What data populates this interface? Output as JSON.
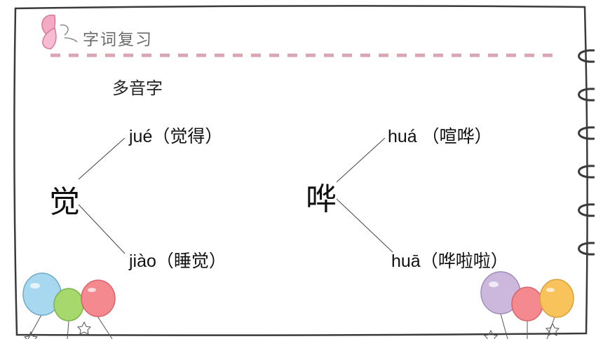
{
  "section_title": "字词复习",
  "subtitle": "多音字",
  "groups": [
    {
      "char": "觉",
      "readings": [
        {
          "pinyin": "jué",
          "word": "（觉得）"
        },
        {
          "pinyin": "jiào",
          "word": "（睡觉）"
        }
      ]
    },
    {
      "char": "哗",
      "readings": [
        {
          "pinyin": "huá",
          "word": " （喧哗）"
        },
        {
          "pinyin": "huā",
          "word": "（哗啦啦）"
        }
      ]
    }
  ],
  "colors": {
    "frame": "#3a3a3a",
    "dash": "#d9a6b4",
    "butterfly": "#f4a9c4",
    "balloon_blue": "#a8d8f0",
    "balloon_green": "#a6d86e",
    "balloon_pink": "#f48a8f",
    "balloon_purple": "#cdb8dd",
    "balloon_orange": "#f7c35a"
  },
  "icons": [
    "butterfly-icon",
    "balloons-left",
    "balloons-right",
    "spiral-rings"
  ]
}
